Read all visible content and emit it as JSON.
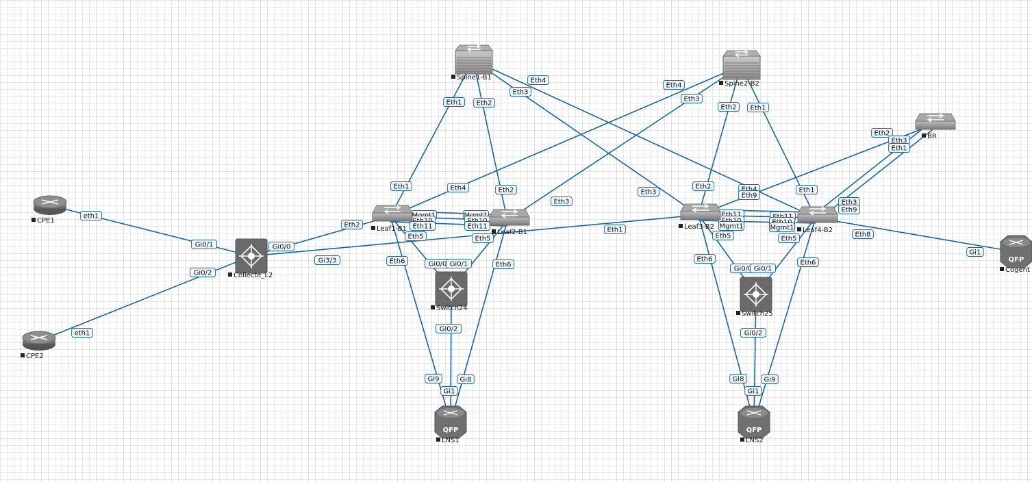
{
  "nodes": [
    {
      "id": "cpe1",
      "type": "router",
      "label": "CPE1"
    },
    {
      "id": "cpe2",
      "type": "router",
      "label": "CPE2"
    },
    {
      "id": "collecte",
      "type": "l2switch",
      "label": "Collecte_L2"
    },
    {
      "id": "spine1",
      "type": "spine",
      "label": "Spine1-B1"
    },
    {
      "id": "spine2",
      "type": "spine",
      "label": "Spine2-B2"
    },
    {
      "id": "leaf1",
      "type": "leaf",
      "label": "Leaf1-B1"
    },
    {
      "id": "leaf2",
      "type": "leaf",
      "label": "Leaf2-B1"
    },
    {
      "id": "leaf3",
      "type": "leaf",
      "label": "Leaf3-B2"
    },
    {
      "id": "leaf4",
      "type": "leaf",
      "label": "Leaf4-B2"
    },
    {
      "id": "br",
      "type": "leaf",
      "label": "BR"
    },
    {
      "id": "sw24",
      "type": "l2switch",
      "label": "Switch24"
    },
    {
      "id": "sw25",
      "type": "l2switch",
      "label": "Switch25"
    },
    {
      "id": "lns1",
      "type": "qfp",
      "label": "LNS1"
    },
    {
      "id": "lns2",
      "type": "qfp",
      "label": "LNS2"
    },
    {
      "id": "cogent",
      "type": "qfp",
      "label": "Cogent"
    }
  ],
  "links": [
    {
      "a": "cpe1",
      "b": "collecte",
      "pa": "eth1",
      "pb": "Gi0/1"
    },
    {
      "a": "cpe2",
      "b": "collecte",
      "pa": "eth1",
      "pb": "Gi0/2"
    },
    {
      "a": "collecte",
      "b": "leaf1",
      "pa": "Gi0/0",
      "pb": "Eth2"
    },
    {
      "a": "collecte",
      "b": "leaf3",
      "pa": "Gi3/3",
      "pb": "Eth1"
    },
    {
      "a": "spine1",
      "b": "leaf1",
      "pa": "Eth1",
      "pb": "Eth1"
    },
    {
      "a": "spine1",
      "b": "leaf2",
      "pa": "Eth2",
      "pb": "Eth2"
    },
    {
      "a": "spine1",
      "b": "leaf3",
      "pa": "Eth3",
      "pb": "Eth3"
    },
    {
      "a": "spine1",
      "b": "leaf4",
      "pa": "Eth4",
      "pb": "Eth4"
    },
    {
      "a": "spine2",
      "b": "leaf1",
      "pa": "Eth4",
      "pb": "Eth4"
    },
    {
      "a": "spine2",
      "b": "leaf2",
      "pa": "Eth3",
      "pb": "Eth3"
    },
    {
      "a": "spine2",
      "b": "leaf3",
      "pa": "Eth2",
      "pb": "Eth2"
    },
    {
      "a": "spine2",
      "b": "leaf4",
      "pa": "Eth1",
      "pb": "Eth1"
    },
    {
      "a": "leaf1",
      "b": "leaf2",
      "pa": "Mgmt1",
      "pb": "Mgmt1"
    },
    {
      "a": "leaf1",
      "b": "leaf2",
      "pa": "Eth10",
      "pb": "Eth10"
    },
    {
      "a": "leaf1",
      "b": "leaf2",
      "pa": "Eth11",
      "pb": "Eth11"
    },
    {
      "a": "leaf3",
      "b": "leaf4",
      "pa": "Eth11",
      "pb": "Eth11"
    },
    {
      "a": "leaf3",
      "b": "leaf4",
      "pa": "Eth10",
      "pb": "Eth10"
    },
    {
      "a": "leaf3",
      "b": "leaf4",
      "pa": "Mgmt1",
      "pb": "Mgmt1"
    },
    {
      "a": "leaf1",
      "b": "sw24",
      "pa": "Eth5",
      "pb": "Gi0/0"
    },
    {
      "a": "leaf2",
      "b": "sw24",
      "pa": "Eth5",
      "pb": "Gi0/1"
    },
    {
      "a": "leaf1",
      "b": "lns1",
      "pa": "Eth6",
      "pb": "Gi9"
    },
    {
      "a": "leaf2",
      "b": "lns1",
      "pa": "Eth6",
      "pb": "Gi8"
    },
    {
      "a": "sw24",
      "b": "lns1",
      "pa": "Gi0/2",
      "pb": "Gi1"
    },
    {
      "a": "leaf3",
      "b": "sw25",
      "pa": "Eth5",
      "pb": "Gi0/0"
    },
    {
      "a": "leaf4",
      "b": "sw25",
      "pa": "Eth5",
      "pb": "Gi0/1"
    },
    {
      "a": "leaf3",
      "b": "lns2",
      "pa": "Eth6",
      "pb": "Gi8"
    },
    {
      "a": "leaf4",
      "b": "lns2",
      "pa": "Eth6",
      "pb": "Gi9"
    },
    {
      "a": "sw25",
      "b": "lns2",
      "pa": "Gi0/2",
      "pb": "Gi1"
    },
    {
      "a": "leaf4",
      "b": "cogent",
      "pa": "Eth8",
      "pb": "Gi1"
    },
    {
      "a": "leaf3",
      "b": "br",
      "pa": "Eth9",
      "pb": "Eth2"
    },
    {
      "a": "leaf4",
      "b": "br",
      "pa": "Eth3",
      "pb": "Eth3"
    },
    {
      "a": "leaf4",
      "b": "br",
      "pa": "Eth9",
      "pb": "Eth1"
    }
  ],
  "colors": {
    "link": "#1565a8",
    "label_bg": "#eef5fb",
    "device": "#6e6e6e"
  }
}
